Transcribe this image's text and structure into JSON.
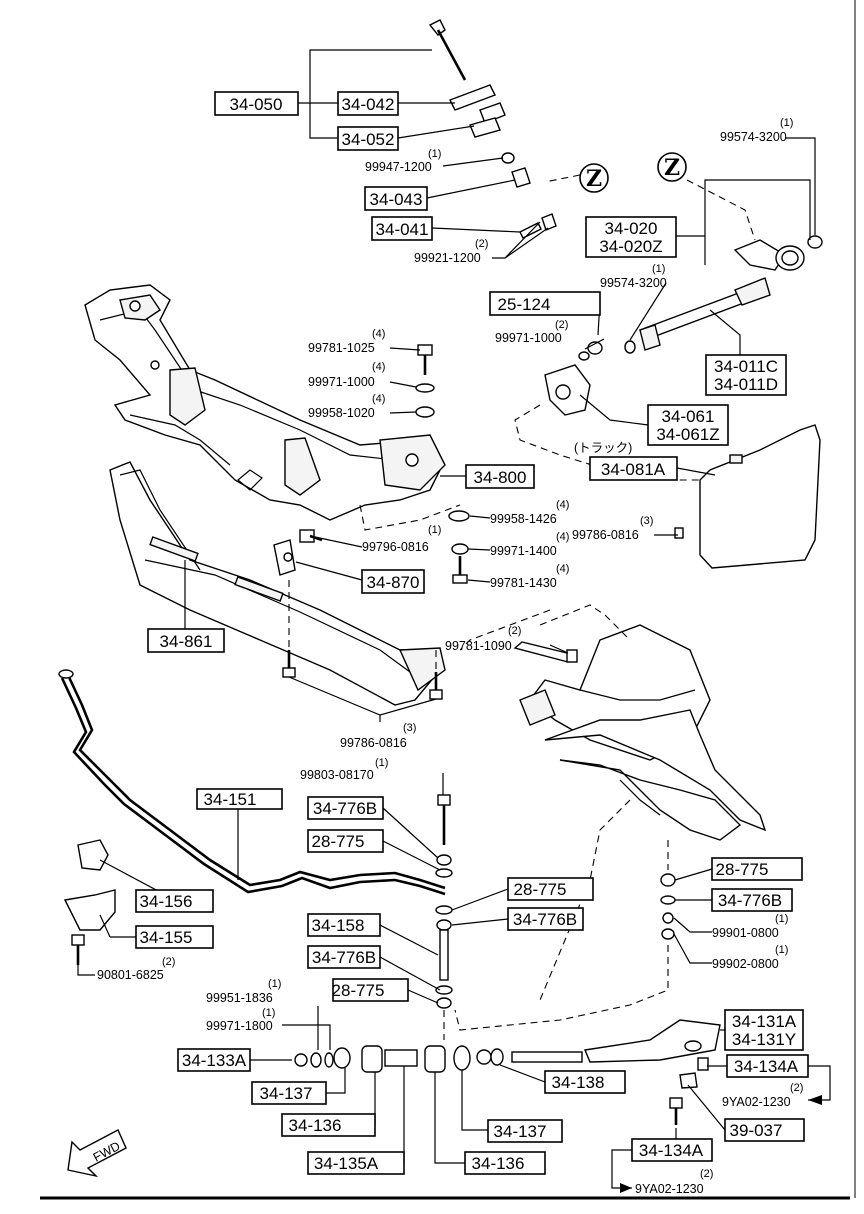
{
  "labels": {
    "l34050": "34-050",
    "l34042": "34-042",
    "l34052": "34-052",
    "l34043": "34-043",
    "l34041": "34-041",
    "l34020": "34-020",
    "l34020z": "34-020Z",
    "l25124": "25-124",
    "l34011c": "34-011C",
    "l34011d": "34-011D",
    "l34061": "34-061",
    "l34061z": "34-061Z",
    "l34081a": "34-081A",
    "l34800": "34-800",
    "l34870": "34-870",
    "l34861": "34-861",
    "l34151": "34-151",
    "l34776b_a": "34-776B",
    "l28775_a": "28-775",
    "l28775_b": "28-775",
    "l34776b_b": "34-776B",
    "l34158": "34-158",
    "l34776b_c": "34-776B",
    "l28775_c": "28-775",
    "l34156": "34-156",
    "l34155": "34-155",
    "l28775_d": "28-775",
    "l34776b_d": "34-776B",
    "l34131a": "34-131A",
    "l34131y": "34-131Y",
    "l34134a_a": "34-134A",
    "l34133a": "34-133A",
    "l34137_a": "34-137",
    "l34136_a": "34-136",
    "l34135a": "34-135A",
    "l34138": "34-138",
    "l34137_b": "34-137",
    "l34136_b": "34-136",
    "l39037": "39-037",
    "l34134a_b": "34-134A"
  },
  "parts": {
    "p99947": "99947-1200",
    "p99921": "99921-1200",
    "p99574a": "99574-3200",
    "p99574b": "99574-3200",
    "p99971a": "99971-1000",
    "p99781a": "99781-1025",
    "p99971b": "99971-1000",
    "p99958a": "99958-1020",
    "p99958b": "99958-1426",
    "p99971c": "99971-1400",
    "p99781b": "99781-1430",
    "p99796": "99796-0816",
    "p99786a": "99786-0816",
    "p99781c": "99781-1090",
    "p99786b": "99786-0816",
    "p99803": "99803-08170",
    "p99901": "99901-0800",
    "p99902": "99902-0800",
    "p90801": "90801-6825",
    "p99951": "99951-1836",
    "p99971d": "99971-1800",
    "p9ya02a": "9YA02-1230",
    "p9ya02b": "9YA02-1230"
  },
  "quantities": {
    "q99947": "(1)",
    "q99921": "(2)",
    "q99574a": "(1)",
    "q99574b": "(1)",
    "q99971a": "(2)",
    "q99781a": "(4)",
    "q99971b": "(4)",
    "q99958a": "(4)",
    "q99958b": "(4)",
    "q99796": "(1)",
    "q99971c": "(4)",
    "q99781b": "(4)",
    "q99786a": "(3)",
    "q99781c": "(2)",
    "q99786b": "(3)",
    "q99803": "(1)",
    "q99901": "(1)",
    "q99902": "(1)",
    "q90801": "(2)",
    "q99951": "(1)",
    "q99971d": "(1)",
    "q9ya02a": "(2)",
    "q9ya02b": "(2)"
  },
  "notes": {
    "zone_z": "Z",
    "truck": "(トラック)",
    "fwd": "FWD"
  }
}
